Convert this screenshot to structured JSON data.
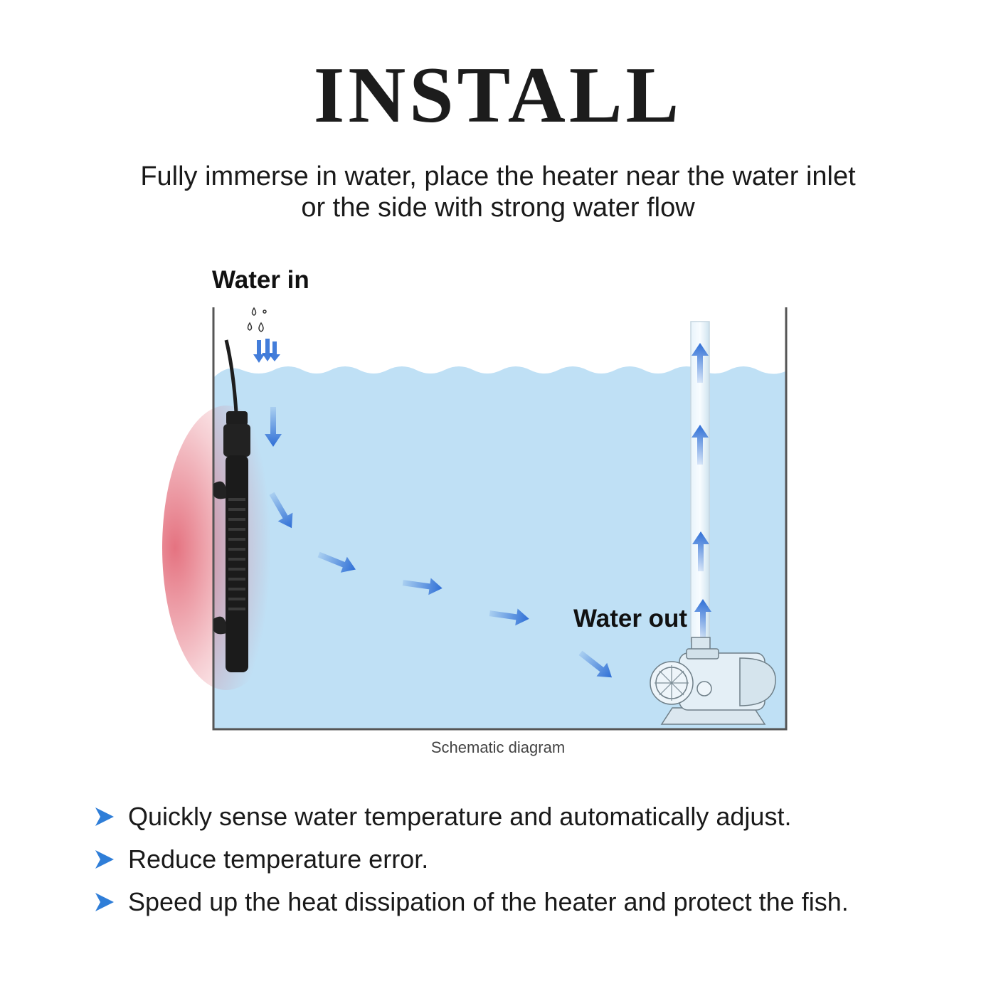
{
  "header": {
    "title": "INSTALL",
    "subtitle_line1": "Fully immerse in water, place the heater near the water inlet",
    "subtitle_line2": "or the side with strong water flow"
  },
  "diagram": {
    "water_in_label": "Water in",
    "water_out_label": "Water out",
    "caption": "Schematic diagram",
    "colors": {
      "water": "#bfe0f5",
      "arrow": "#2f6fd6",
      "heater": "#1e1e1e",
      "heat_glow": "#e05a6a",
      "tank_border": "#555555"
    },
    "icons": [
      "water-drop-icon",
      "flow-arrow-icon",
      "heater-icon",
      "pump-icon",
      "outlet-pipe-icon"
    ]
  },
  "features": {
    "bullet_icon": "triangle-bullet-icon",
    "items": [
      {
        "text": "Quickly sense water temperature and automatically adjust."
      },
      {
        "text": "Reduce temperature error."
      },
      {
        "text": "Speed up the heat dissipation of the heater and protect the fish."
      }
    ]
  }
}
